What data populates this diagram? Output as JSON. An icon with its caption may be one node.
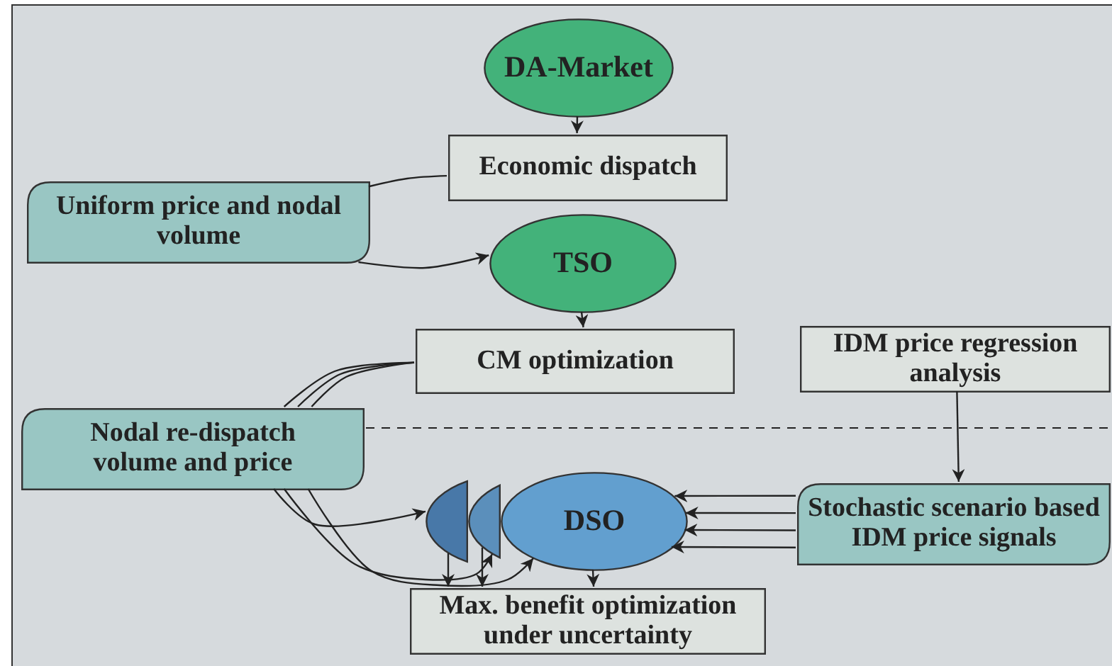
{
  "diagram": {
    "nodes": [
      {
        "text": [
          "DA-Market"
        ]
      },
      {
        "text": [
          "Economic dispatch"
        ]
      },
      {
        "text": [
          "Uniform price and nodal volume"
        ]
      },
      {
        "text": [
          "TSO"
        ]
      },
      {
        "text": [
          "CM optimization"
        ]
      },
      {
        "text": [
          "IDM price regression analysis"
        ]
      },
      {
        "text": [
          "Nodal re-dispatch volume and price"
        ]
      },
      {
        "text": [],
        "shape": "ellipse"
      },
      {
        "text": [],
        "shape": "ellipse"
      },
      {
        "text": [
          "DSO"
        ]
      },
      {
        "text": [
          "Stochastic scenario based IDM price signals"
        ]
      },
      {
        "text": [
          "Max. benefit optimization under uncertainty"
        ]
      }
    ],
    "edges": [
      {
        "from": 0,
        "to": 1,
        "arrow": "to"
      },
      {
        "from": 1,
        "to": 2,
        "arrow": "none"
      },
      {
        "from": 2,
        "to": 3,
        "arrow": "to"
      },
      {
        "from": 3,
        "to": 4,
        "arrow": "to"
      },
      {
        "from": 4,
        "to": 6,
        "arrow": "none"
      },
      {
        "from": 4,
        "to": 6,
        "arrow": "none"
      },
      {
        "from": 4,
        "to": 6,
        "arrow": "none"
      },
      {
        "from": 6,
        "to": 7,
        "arrow": "to"
      },
      {
        "from": 6,
        "to": 8,
        "arrow": "to"
      },
      {
        "from": 6,
        "to": 9,
        "arrow": "to"
      },
      {
        "from": 5,
        "to": 10,
        "arrow": "to"
      },
      {
        "from": 10,
        "to": 9,
        "arrow": "to"
      },
      {
        "from": 10,
        "to": 9,
        "arrow": "to"
      },
      {
        "from": 10,
        "to": 9,
        "arrow": "to"
      },
      {
        "from": 10,
        "to": 9,
        "arrow": "to"
      },
      {
        "from": 7,
        "to": 11,
        "arrow": "to"
      },
      {
        "from": 8,
        "to": 11,
        "arrow": "to"
      },
      {
        "from": 9,
        "to": 11,
        "arrow": "to"
      }
    ]
  }
}
